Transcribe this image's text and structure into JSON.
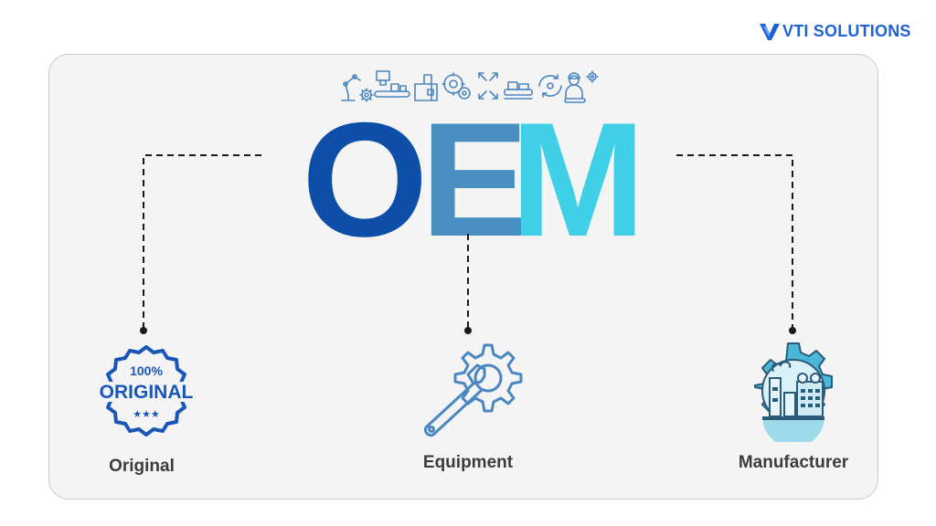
{
  "brand": {
    "name": "VTI SOLUTIONS",
    "icon": "vti-v-mark-icon",
    "color": "#1f63d6"
  },
  "header_icons": [
    "robot-arm-icon",
    "gear-icon",
    "conveyor-icon",
    "factory-machine-icon",
    "gear-cluster-icon",
    "expand-arrows-icon",
    "assembly-line-icon",
    "process-cycle-icon",
    "worker-icon",
    "gear-icon"
  ],
  "acronym": {
    "letters": [
      {
        "char": "O",
        "color": "#0d4fa8"
      },
      {
        "char": "E",
        "color": "#4a8fc2"
      },
      {
        "char": "M",
        "color": "#3fd0e8"
      }
    ]
  },
  "items": [
    {
      "label": "Original",
      "icon": "original-badge-icon",
      "badge_top": "100%",
      "badge_main": "ORIGINAL",
      "badge_stars": "★★★"
    },
    {
      "label": "Equipment",
      "icon": "wrench-gear-icon"
    },
    {
      "label": "Manufacturer",
      "icon": "factory-gear-icon"
    }
  ],
  "colors": {
    "badge": "#1a56b8",
    "equipment": "#4a86c0",
    "factory_gear": "#4ab7d6",
    "label": "#3c3c3e"
  }
}
